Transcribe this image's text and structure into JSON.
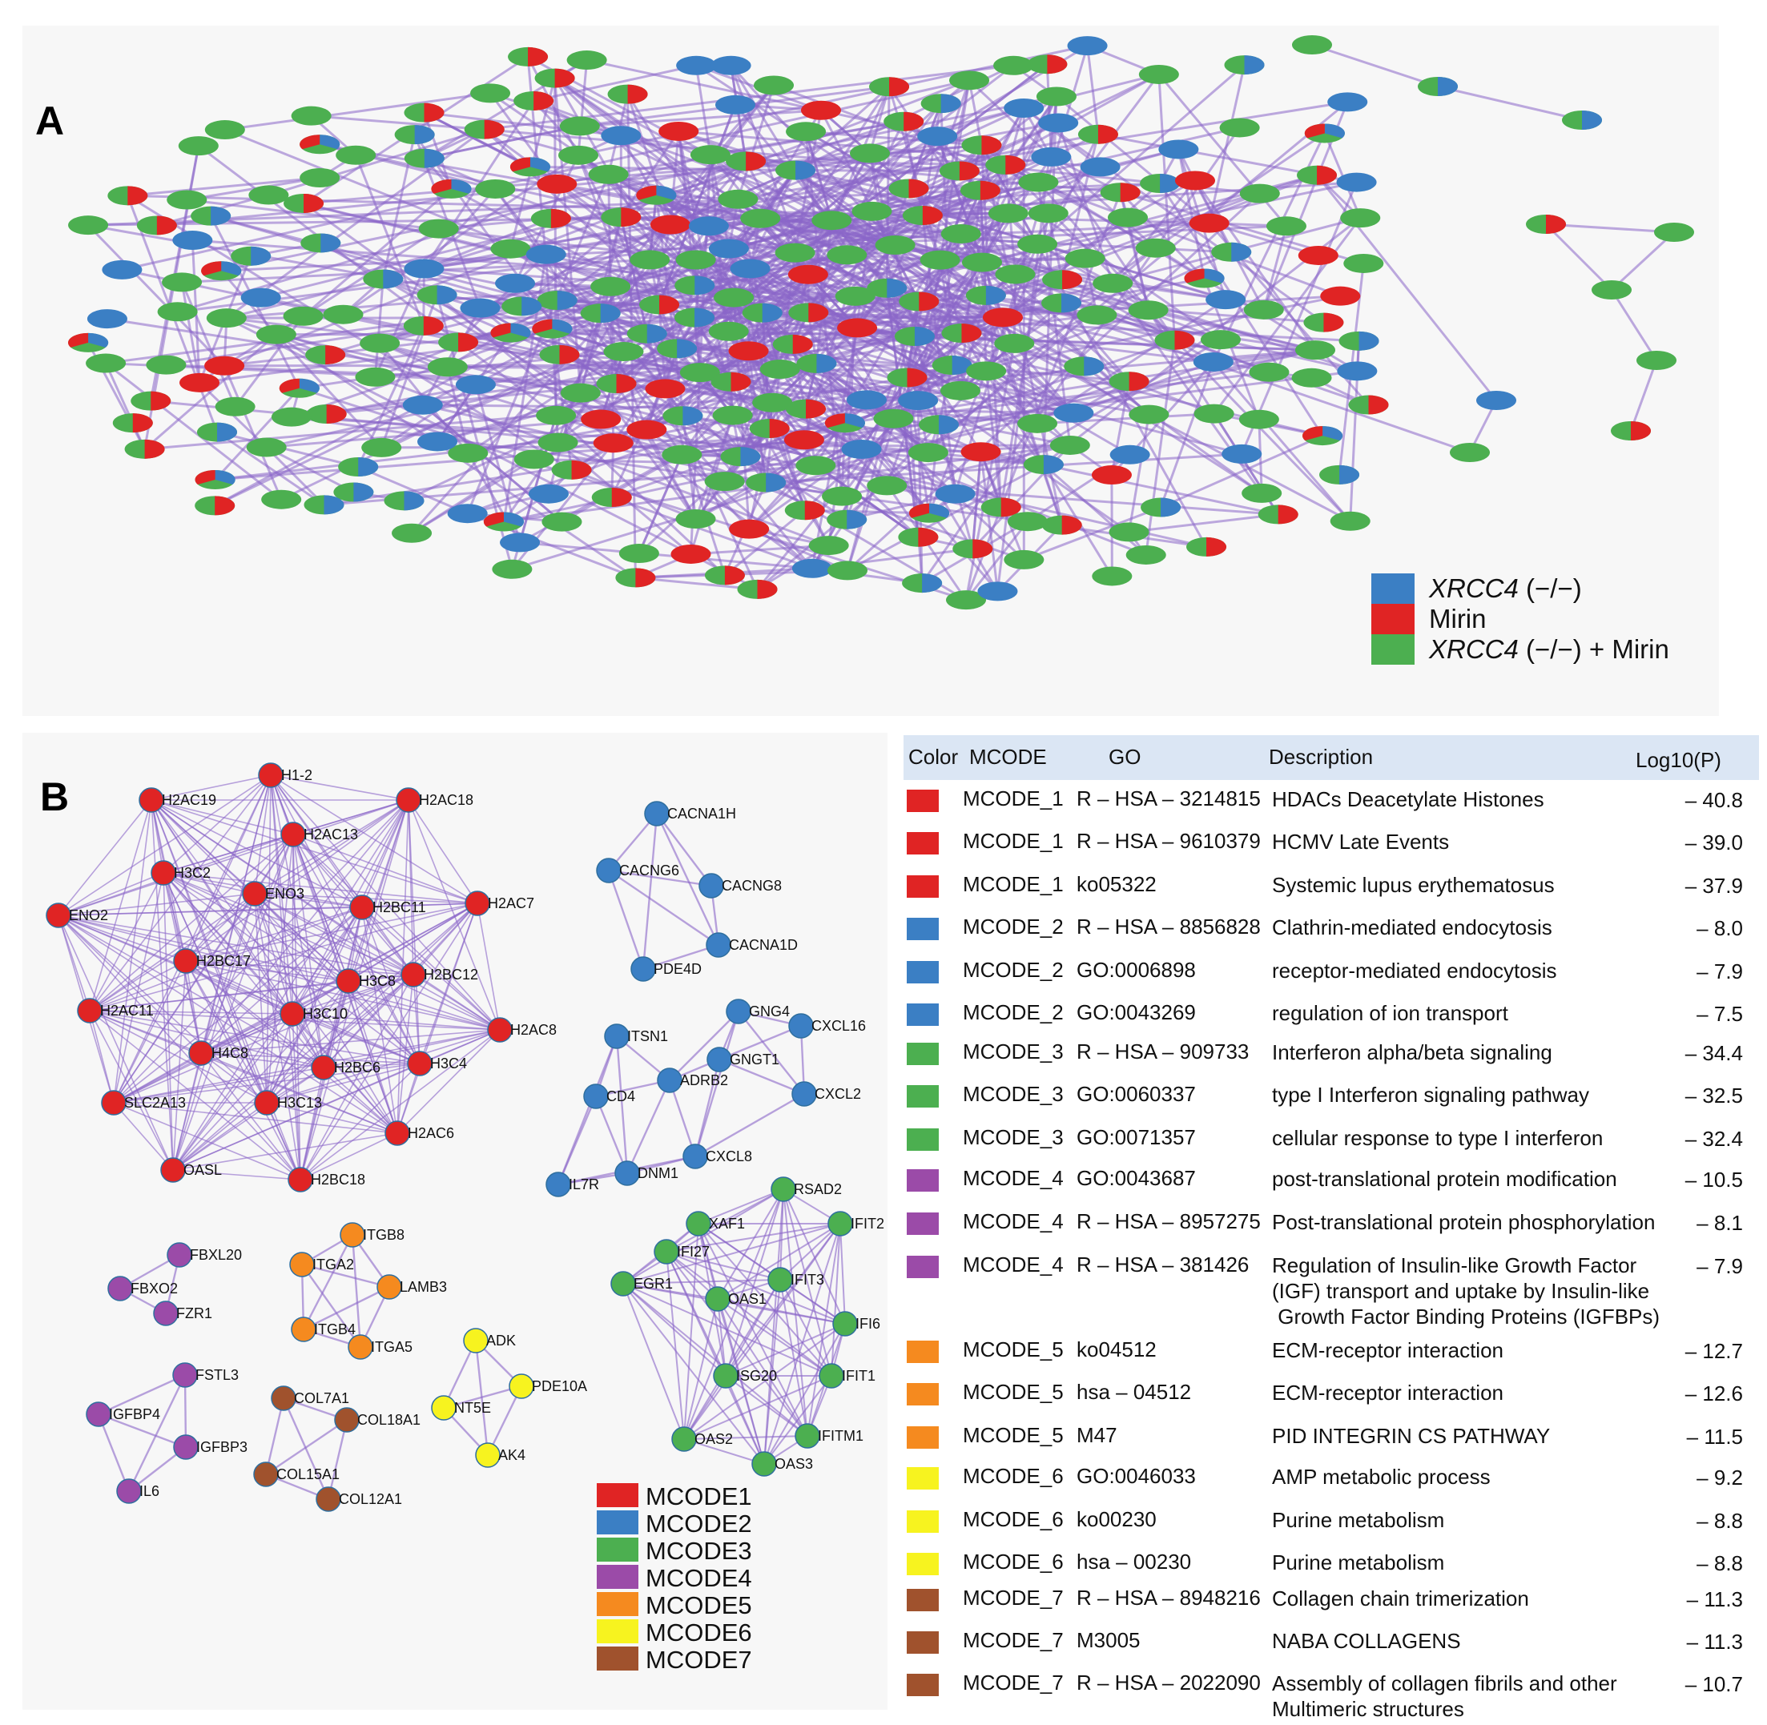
{
  "panels": {
    "a": "A",
    "b": "B"
  },
  "colors": {
    "blue": "#3b7fc4",
    "red": "#e02424",
    "green": "#4caf50",
    "purple": "#9b4ba8",
    "orange": "#f58a1f",
    "yellow": "#f7f31f",
    "brown": "#a0522d",
    "edge": "#8a66c8"
  },
  "legend_a": [
    {
      "label": "XRCC4",
      "suffix": " (−/−)",
      "italic": true,
      "color": "blue"
    },
    {
      "label": "Mirin",
      "suffix": "",
      "italic": false,
      "color": "red"
    },
    {
      "label": "XRCC4",
      "suffix": " (−/−) + Mirin",
      "italic": true,
      "color": "green"
    }
  ],
  "clusters": [
    {
      "id": "MCODE1",
      "color": "red",
      "nodes": [
        {
          "id": "H1-2",
          "label": "H1-2"
        },
        {
          "id": "H2AC19",
          "label": "H2AC19"
        },
        {
          "id": "H2AC18",
          "label": "H2AC18"
        },
        {
          "id": "H2AC13",
          "label": "H2AC13"
        },
        {
          "id": "H3C2",
          "label": "H3C2"
        },
        {
          "id": "ENO3",
          "label": "ENO3"
        },
        {
          "id": "H2BC11",
          "label": "H2BC11"
        },
        {
          "id": "H2AC7",
          "label": "H2AC7"
        },
        {
          "id": "ENO2",
          "label": "ENO2"
        },
        {
          "id": "H2BC17",
          "label": "H2BC17"
        },
        {
          "id": "H3C8",
          "label": "H3C8"
        },
        {
          "id": "H2BC12",
          "label": "H2BC12"
        },
        {
          "id": "H2AC11",
          "label": "H2AC11"
        },
        {
          "id": "H3C10",
          "label": "H3C10"
        },
        {
          "id": "H2AC8",
          "label": "H2AC8"
        },
        {
          "id": "H4C8",
          "label": "H4C8"
        },
        {
          "id": "H2BC6",
          "label": "H2BC6"
        },
        {
          "id": "H3C4",
          "label": "H3C4"
        },
        {
          "id": "SLC2A13",
          "label": "SLC2A13"
        },
        {
          "id": "H3C13",
          "label": "H3C13"
        },
        {
          "id": "H2AC6",
          "label": "H2AC6"
        },
        {
          "id": "OASL",
          "label": "OASL"
        },
        {
          "id": "H2BC18",
          "label": "H2BC18"
        }
      ]
    },
    {
      "id": "MCODE2",
      "color": "blue",
      "nodes": [
        {
          "id": "CACNA1H",
          "label": "CACNA1H"
        },
        {
          "id": "CACNG6",
          "label": "CACNG6"
        },
        {
          "id": "CACNG8",
          "label": "CACNG8"
        },
        {
          "id": "CACNA1D",
          "label": "CACNA1D"
        },
        {
          "id": "PDE4D",
          "label": "PDE4D"
        },
        {
          "id": "GNG4",
          "label": "GNG4"
        },
        {
          "id": "CXCL16",
          "label": "CXCL16"
        },
        {
          "id": "ITSN1",
          "label": "ITSN1"
        },
        {
          "id": "GNGT1",
          "label": "GNGT1"
        },
        {
          "id": "ADRB2",
          "label": "ADRB2"
        },
        {
          "id": "CD4",
          "label": "CD4"
        },
        {
          "id": "CXCL2",
          "label": "CXCL2"
        },
        {
          "id": "CXCL8",
          "label": "CXCL8"
        },
        {
          "id": "DNM1",
          "label": "DNM1"
        },
        {
          "id": "IL7R",
          "label": "IL7R"
        }
      ]
    },
    {
      "id": "MCODE3",
      "color": "green",
      "nodes": [
        {
          "id": "RSAD2",
          "label": "RSAD2"
        },
        {
          "id": "XAF1",
          "label": "XAF1"
        },
        {
          "id": "IFIT2",
          "label": "IFIT2"
        },
        {
          "id": "IFI27",
          "label": "IFI27"
        },
        {
          "id": "IFIT3",
          "label": "IFIT3"
        },
        {
          "id": "EGR1",
          "label": "EGR1"
        },
        {
          "id": "OAS1",
          "label": "OAS1"
        },
        {
          "id": "IFI6",
          "label": "IFI6"
        },
        {
          "id": "ISG20",
          "label": "ISG20"
        },
        {
          "id": "IFIT1",
          "label": "IFIT1"
        },
        {
          "id": "OAS2",
          "label": "OAS2"
        },
        {
          "id": "IFITM1",
          "label": "IFITM1"
        },
        {
          "id": "OAS3",
          "label": "OAS3"
        }
      ]
    },
    {
      "id": "MCODE4",
      "color": "purple",
      "nodes": [
        {
          "id": "FBXL20",
          "label": "FBXL20"
        },
        {
          "id": "FBXO2",
          "label": "FBXO2"
        },
        {
          "id": "FZR1",
          "label": "FZR1"
        },
        {
          "id": "FSTL3",
          "label": "FSTL3"
        },
        {
          "id": "IGFBP4",
          "label": "IGFBP4"
        },
        {
          "id": "IGFBP3",
          "label": "IGFBP3"
        },
        {
          "id": "IL6",
          "label": "IL6"
        }
      ]
    },
    {
      "id": "MCODE5",
      "color": "orange",
      "nodes": [
        {
          "id": "ITGB8",
          "label": "ITGB8"
        },
        {
          "id": "ITGA2",
          "label": "ITGA2"
        },
        {
          "id": "LAMB3",
          "label": "LAMB3"
        },
        {
          "id": "ITGB4",
          "label": "ITGB4"
        },
        {
          "id": "ITGA5",
          "label": "ITGA5"
        }
      ]
    },
    {
      "id": "MCODE6",
      "color": "yellow",
      "nodes": [
        {
          "id": "ADK",
          "label": "ADK"
        },
        {
          "id": "PDE10A",
          "label": "PDE10A"
        },
        {
          "id": "NT5E",
          "label": "NT5E"
        },
        {
          "id": "AK4",
          "label": "AK4"
        }
      ]
    },
    {
      "id": "MCODE7",
      "color": "brown",
      "nodes": [
        {
          "id": "COL7A1",
          "label": "COL7A1"
        },
        {
          "id": "COL18A1",
          "label": "COL18A1"
        },
        {
          "id": "COL15A1",
          "label": "COL15A1"
        },
        {
          "id": "COL12A1",
          "label": "COL12A1"
        }
      ]
    }
  ],
  "legend_b": [
    {
      "label": "MCODE1",
      "color": "red"
    },
    {
      "label": "MCODE2",
      "color": "blue"
    },
    {
      "label": "MCODE3",
      "color": "green"
    },
    {
      "label": "MCODE4",
      "color": "purple"
    },
    {
      "label": "MCODE5",
      "color": "orange"
    },
    {
      "label": "MCODE6",
      "color": "yellow"
    },
    {
      "label": "MCODE7",
      "color": "brown"
    }
  ],
  "table": {
    "headers": {
      "color": "Color",
      "mcode": "MCODE",
      "go": "GO",
      "description": "Description",
      "logp": "Log10(P)"
    },
    "rows": [
      {
        "color": "red",
        "mcode": "MCODE_1",
        "go": "R – HSA – 3214815",
        "description": [
          "HDACs Deacetylate Histones"
        ],
        "logp": "– 40.8"
      },
      {
        "color": "red",
        "mcode": "MCODE_1",
        "go": "R – HSA – 9610379",
        "description": [
          "HCMV Late Events"
        ],
        "logp": "– 39.0"
      },
      {
        "color": "red",
        "mcode": "MCODE_1",
        "go": "ko05322",
        "description": [
          "Systemic lupus erythematosus"
        ],
        "logp": "– 37.9"
      },
      {
        "color": "blue",
        "mcode": "MCODE_2",
        "go": "R – HSA – 8856828",
        "description": [
          "Clathrin-mediated endocytosis"
        ],
        "logp": "– 8.0"
      },
      {
        "color": "blue",
        "mcode": "MCODE_2",
        "go": "GO:0006898",
        "description": [
          "receptor-mediated endocytosis"
        ],
        "logp": "– 7.9"
      },
      {
        "color": "blue",
        "mcode": "MCODE_2",
        "go": "GO:0043269",
        "description": [
          "regulation of ion transport"
        ],
        "logp": "– 7.5"
      },
      {
        "color": "green",
        "mcode": "MCODE_3",
        "go": "R – HSA – 909733",
        "description": [
          "Interferon alpha/beta signaling"
        ],
        "logp": "– 34.4"
      },
      {
        "color": "green",
        "mcode": "MCODE_3",
        "go": "GO:0060337",
        "description": [
          "type I Interferon signaling pathway"
        ],
        "logp": "– 32.5"
      },
      {
        "color": "green",
        "mcode": "MCODE_3",
        "go": "GO:0071357",
        "description": [
          "cellular response to type I interferon"
        ],
        "logp": "– 32.4"
      },
      {
        "color": "purple",
        "mcode": "MCODE_4",
        "go": "GO:0043687",
        "description": [
          "post-translational protein modification"
        ],
        "logp": "– 10.5"
      },
      {
        "color": "purple",
        "mcode": "MCODE_4",
        "go": "R – HSA – 8957275",
        "description": [
          "Post-translational protein phosphorylation"
        ],
        "logp": "– 8.1"
      },
      {
        "color": "purple",
        "mcode": "MCODE_4",
        "go": "R – HSA – 381426",
        "description": [
          "Regulation of Insulin-like Growth Factor",
          "(IGF) transport and uptake by Insulin-like",
          " Growth Factor Binding Proteins (IGFBPs)"
        ],
        "logp": "– 7.9"
      },
      {
        "color": "orange",
        "mcode": "MCODE_5",
        "go": "ko04512",
        "description": [
          "ECM-receptor interaction"
        ],
        "logp": "– 12.7"
      },
      {
        "color": "orange",
        "mcode": "MCODE_5",
        "go": "hsa – 04512",
        "description": [
          "ECM-receptor interaction"
        ],
        "logp": "– 12.6"
      },
      {
        "color": "orange",
        "mcode": "MCODE_5",
        "go": "M47",
        "description": [
          "PID INTEGRIN CS PATHWAY"
        ],
        "logp": "– 11.5"
      },
      {
        "color": "yellow",
        "mcode": "MCODE_6",
        "go": "GO:0046033",
        "description": [
          "AMP metabolic process"
        ],
        "logp": "– 9.2"
      },
      {
        "color": "yellow",
        "mcode": "MCODE_6",
        "go": "ko00230",
        "description": [
          "Purine metabolism"
        ],
        "logp": "– 8.8"
      },
      {
        "color": "yellow",
        "mcode": "MCODE_6",
        "go": "hsa – 00230",
        "description": [
          "Purine metabolism"
        ],
        "logp": "– 8.8"
      },
      {
        "color": "brown",
        "mcode": "MCODE_7",
        "go": "R – HSA – 8948216",
        "description": [
          "Collagen chain trimerization"
        ],
        "logp": "– 11.3"
      },
      {
        "color": "brown",
        "mcode": "MCODE_7",
        "go": "M3005",
        "description": [
          "NABA COLLAGENS"
        ],
        "logp": "– 11.3"
      },
      {
        "color": "brown",
        "mcode": "MCODE_7",
        "go": "R – HSA – 2022090",
        "description": [
          "Assembly of collagen fibrils and other",
          "Multimeric structures"
        ],
        "logp": "– 10.7"
      }
    ]
  }
}
